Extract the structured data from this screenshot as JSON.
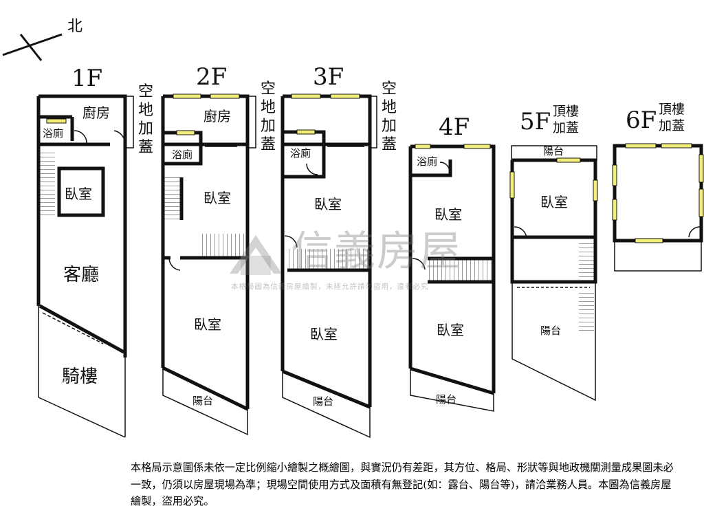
{
  "north": {
    "label": "北"
  },
  "floors": {
    "f1": {
      "title": "1F",
      "rooms": {
        "kitchen": "廚房",
        "bath": "浴廁",
        "bedroom": "臥室",
        "living": "客廳",
        "arcade": "騎樓"
      }
    },
    "f2": {
      "title": "2F",
      "rooms": {
        "kitchen": "廚房",
        "bath": "浴廁",
        "bedroom1": "臥室",
        "bedroom2": "臥室",
        "balcony": "陽台"
      }
    },
    "f3": {
      "title": "3F",
      "rooms": {
        "bath": "浴廁",
        "bedroom1": "臥室",
        "bedroom2": "臥室",
        "balcony": "陽台"
      }
    },
    "f4": {
      "title": "4F",
      "rooms": {
        "bath": "浴廁",
        "bedroom1": "臥室",
        "bedroom2": "臥室",
        "balcony": "陽台"
      }
    },
    "f5": {
      "title": "5F",
      "addon": "頂樓\n加蓋",
      "rooms": {
        "balcony_top": "陽台",
        "bedroom": "臥室",
        "balcony": "陽台"
      }
    },
    "f6": {
      "title": "6F",
      "addon": "頂樓\n加蓋"
    }
  },
  "side_notes": {
    "n1": "空地加蓋",
    "n2": "空地加蓋",
    "n3": "空地加蓋"
  },
  "watermark": {
    "brand": "信義房屋",
    "note": "本格局圖為信義房屋繪製，未經允許請勿盜用，違者必究"
  },
  "disclaimer": "本格局示意圖係未依一定比例縮小繪製之概繪圖，與實況仍有差距，其方位、格局、形狀等與地政機關測量成果圖未必一致，仍須以房屋現場為準；現場空間使用方式及面積有無登記(如：露台、陽台等)，請洽業務人員。本圖為信義房屋繪製，盜用必究。",
  "colors": {
    "wall": "#111111",
    "window": "#f2ee7a",
    "watermark": "#8c8c8c"
  }
}
